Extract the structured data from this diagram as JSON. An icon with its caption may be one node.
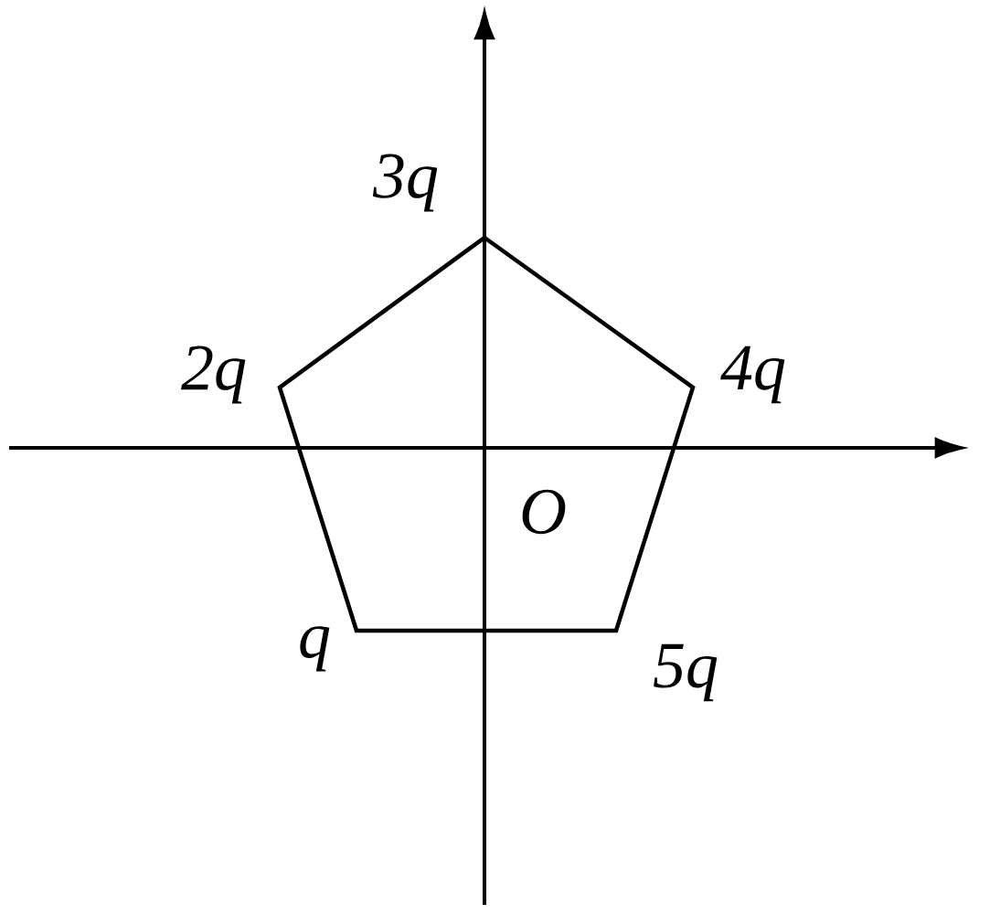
{
  "diagram": {
    "labels": [
      "3q",
      "2q",
      "4q",
      "O",
      "q",
      "5q"
    ]
  }
}
